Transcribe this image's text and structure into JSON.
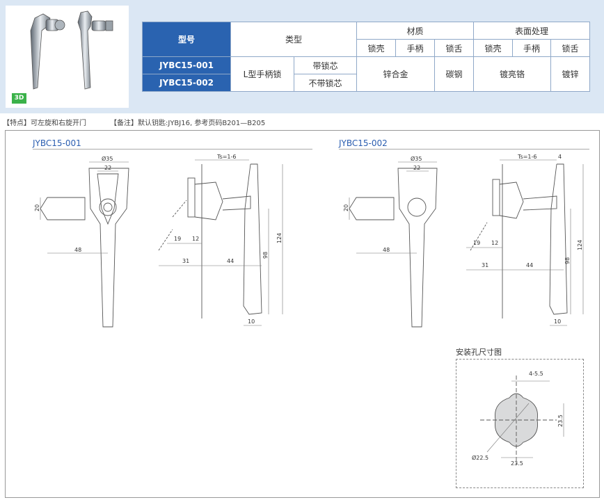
{
  "photo": {
    "badge": "3D"
  },
  "table": {
    "h_model": "型号",
    "h_type": "类型",
    "h_material": "材质",
    "h_surface": "表面处理",
    "sub": [
      "锁壳",
      "手柄",
      "锁舌",
      "锁壳",
      "手柄",
      "锁舌"
    ],
    "models": [
      "JYBC15-001",
      "JYBC15-002"
    ],
    "type_main": "L型手柄锁",
    "type_sub": [
      "带锁芯",
      "不带锁芯"
    ],
    "mat_shell_handle": "锌合金",
    "mat_tongue": "碳钢",
    "surf_shell_handle": "镀亮铬",
    "surf_tongue": "镀锌"
  },
  "notes": {
    "feature": "【特点】可左旋和右旋开门",
    "remark": "【备注】默认钥匙:JYBJ16, 参考页码B201—B205"
  },
  "drawing": {
    "left_title": "JYBC15-001",
    "right_title": "JYBC15-002",
    "mount_title": "安装孔尺寸图",
    "dims": {
      "d35": "Ø35",
      "w22": "22",
      "h20": "20",
      "l48": "48",
      "ts": "Ts=1-6",
      "d19": "19",
      "d12": "12",
      "d31": "31",
      "d44": "44",
      "h124": "124",
      "h98": "98",
      "d10": "10",
      "d4": "4",
      "m45": "4-5.5",
      "m235": "23.5",
      "m235b": "23.5",
      "md225": "Ø22.5"
    }
  }
}
